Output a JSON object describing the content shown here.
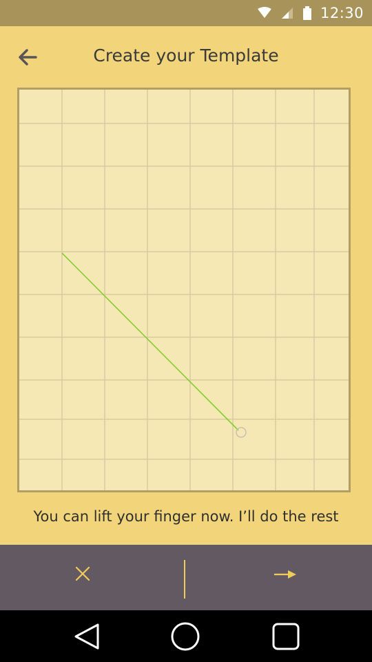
{
  "status_bar": {
    "time": "12:30",
    "icons": [
      "wifi-icon",
      "signal-icon",
      "battery-icon"
    ]
  },
  "header": {
    "title": "Create your Template",
    "back_icon": "back-arrow-icon"
  },
  "canvas": {
    "grid_color": "#d6c7a0",
    "background_color": "#f6e8b5",
    "stroke_color": "#7fd02b",
    "drawn_stroke": true
  },
  "hint": "You can lift your finger now. I’ll do the rest",
  "action_bar": {
    "cancel_icon": "close-icon",
    "next_icon": "next-arrow-icon",
    "accent_color": "#f0cd5b"
  },
  "nav_bar": {
    "buttons": [
      "back-triangle-icon",
      "home-circle-icon",
      "recents-square-icon"
    ]
  }
}
